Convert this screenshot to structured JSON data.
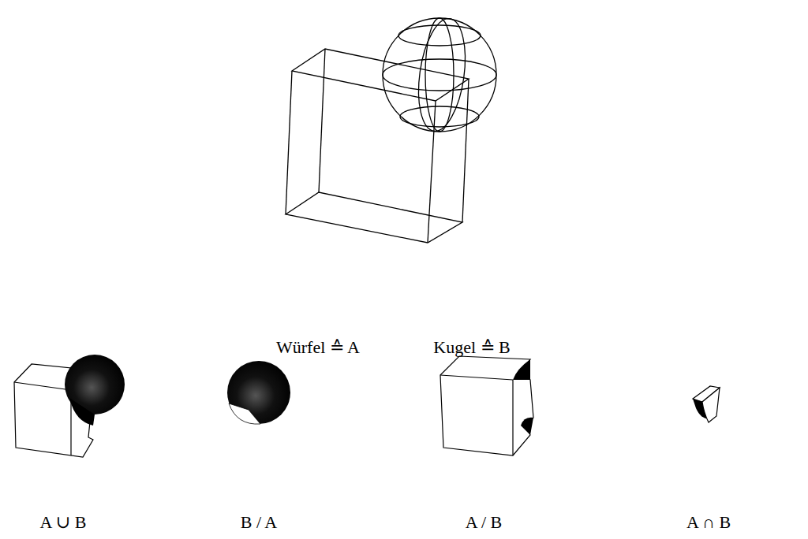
{
  "diagram": {
    "labels": [
      "Würfel ≙ A",
      "Kugel ≙ B",
      "A ∪ B",
      "B / A",
      "A / B",
      "A ∩ B"
    ]
  }
}
